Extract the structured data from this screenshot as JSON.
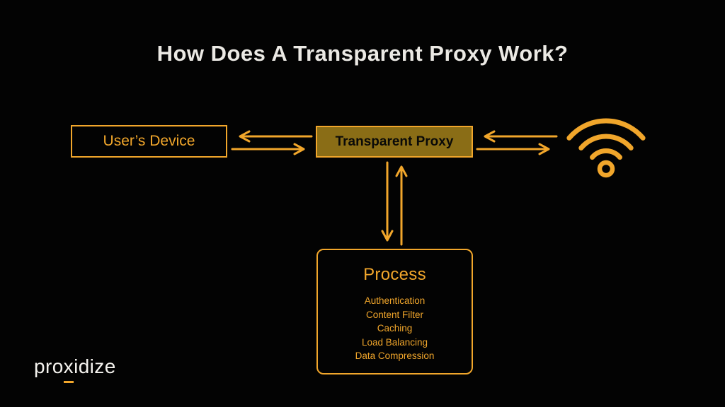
{
  "title": "How Does A Transparent Proxy Work?",
  "colors": {
    "background": "#030303",
    "accent": "#F1A62B",
    "title_text": "#EBE9E4",
    "proxy_fill": "#8A6D16",
    "proxy_text": "#0A0A08",
    "logo_text": "#F4F2EE"
  },
  "nodes": {
    "user_device": {
      "label": "User’s Device"
    },
    "transparent_proxy": {
      "label": "Transparent Proxy"
    },
    "wifi": {
      "icon": "wifi-icon"
    },
    "process": {
      "title": "Process",
      "items": [
        "Authentication",
        "Content Filter",
        "Caching",
        "Load Balancing",
        "Data Compression"
      ]
    }
  },
  "logo": {
    "pre": "pro",
    "x": "x",
    "post": "idize"
  }
}
